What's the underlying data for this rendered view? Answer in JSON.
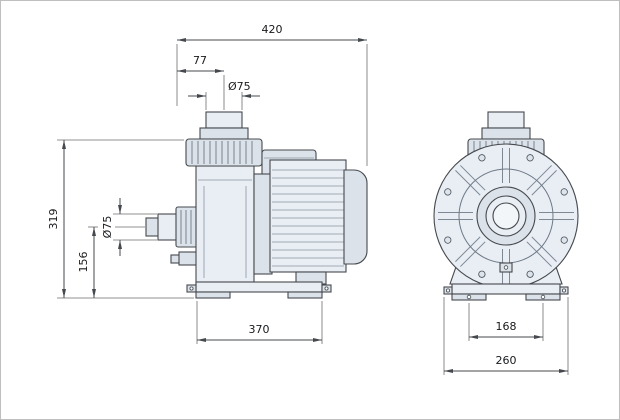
{
  "drawing": {
    "views": {
      "side": {
        "dims": {
          "total_length": "420",
          "top_port_offset": "77",
          "top_port_diameter": "Ø75",
          "overall_height": "319",
          "side_port_diameter": "Ø75",
          "side_port_center_height": "156",
          "body_length": "370"
        }
      },
      "front": {
        "dims": {
          "foot_hole_spacing": "168",
          "overall_width": "260"
        }
      }
    },
    "colors": {
      "line": "#45494e",
      "fill": "#e9eef4",
      "fillDark": "#dbe2ea",
      "text": "#17191c",
      "border": "#bfbfbf",
      "bg": "#ffffff"
    }
  }
}
